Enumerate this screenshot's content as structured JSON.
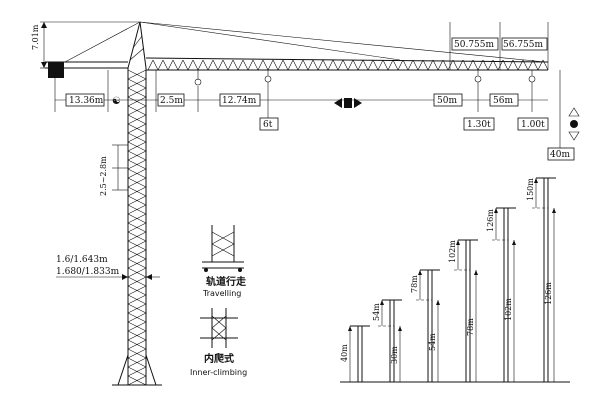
{
  "crane": {
    "height_top": "7.01m",
    "counter_jib": "13.36m",
    "gap_hook": "2.5m",
    "first_hook": "12.74m",
    "first_load": "6t",
    "jib_50": "50.755m",
    "jib_56": "56.755m",
    "radius_50": "50m",
    "radius_56": "56m",
    "load_50": "1.30t",
    "load_56": "1.00t",
    "free_height": "40m",
    "section_len": "2.5~2.8m",
    "mast_size_1": "1.6/1.643m",
    "mast_size_2": "1.680/1.833m"
  },
  "captions": {
    "travel_zh": "轨道行走",
    "travel_en": "Travelling",
    "climb_zh": "内爬式",
    "climb_en": "Inner-climbing"
  },
  "heights": [
    {
      "top": "40m",
      "bottom": ""
    },
    {
      "top": "54m",
      "bottom": "30m"
    },
    {
      "top": "78m",
      "bottom": "54m"
    },
    {
      "top": "102m",
      "bottom": "78m"
    },
    {
      "top": "126m",
      "bottom": "102m"
    },
    {
      "top": "150m",
      "bottom": "126m"
    }
  ]
}
